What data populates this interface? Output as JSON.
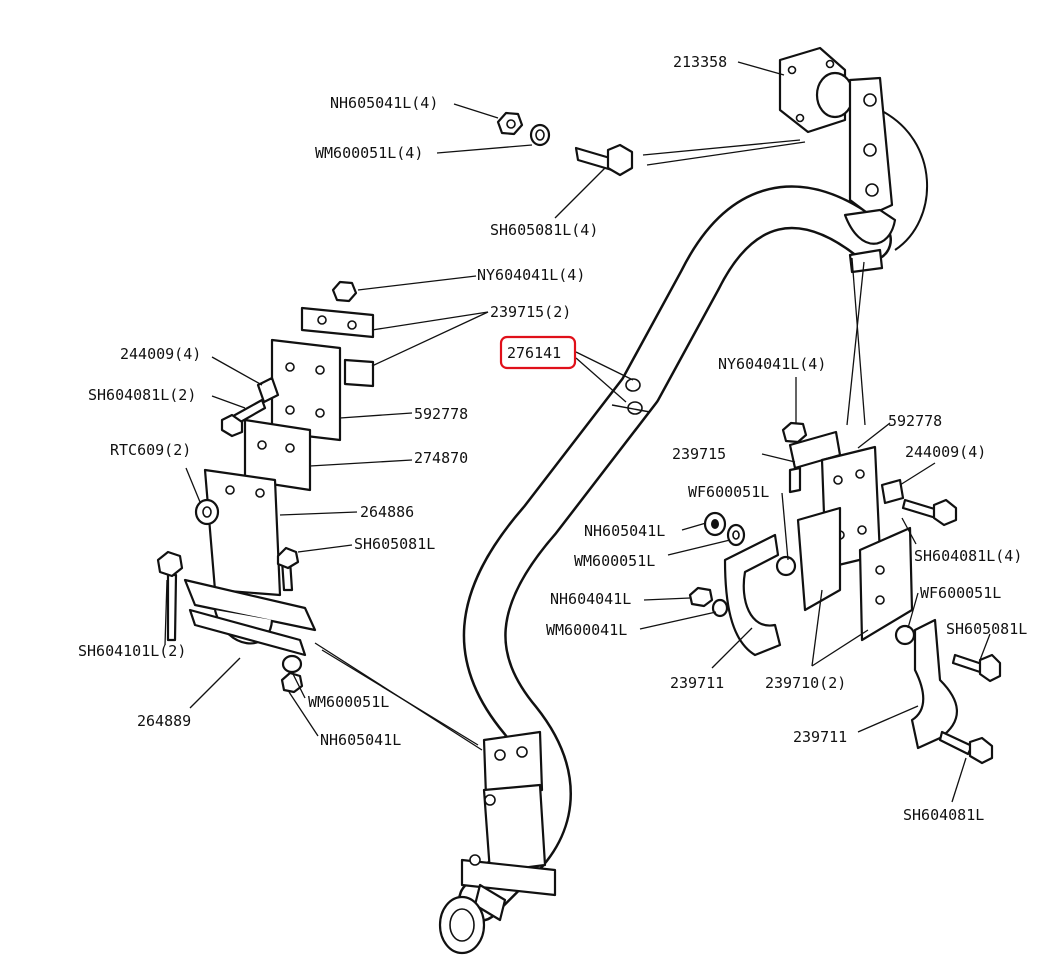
{
  "labels": {
    "l213358": "213358",
    "nh605041_4": "NH605041L(4)",
    "wm600051_4": "WM600051L(4)",
    "sh605081_4": "SH605081L(4)",
    "ny604041_4": "NY604041L(4)",
    "p239715_2": "239715(2)",
    "p276141": "276141",
    "p244009_4": "244009(4)",
    "sh604081_2": "SH604081L(2)",
    "p592778": "592778",
    "p274870": "274870",
    "rtc609_2": "RTC609(2)",
    "p264886": "264886",
    "sh605081": "SH605081L",
    "sh604101_2": "SH604101L(2)",
    "p264889": "264889",
    "wm600051": "WM600051L",
    "nh605041": "NH605041L",
    "ny604041_4b": "NY604041L(4)",
    "p592778b": "592778",
    "p239715": "239715",
    "p244009_4b": "244009(4)",
    "wf600051": "WF600051L",
    "nh605041b": "NH605041L",
    "sh604081_4": "SH604081L(4)",
    "wm600051b": "WM600051L",
    "nh604041": "NH604041L",
    "wf600051b": "WF600051L",
    "wm600041": "WM600041L",
    "sh605081b": "SH605081L",
    "p239711": "239711",
    "p239710_2": "239710(2)",
    "p239711b": "239711",
    "sh604081": "SH604081L"
  },
  "highlight": {
    "part": "276141",
    "color": "#e0101a"
  }
}
